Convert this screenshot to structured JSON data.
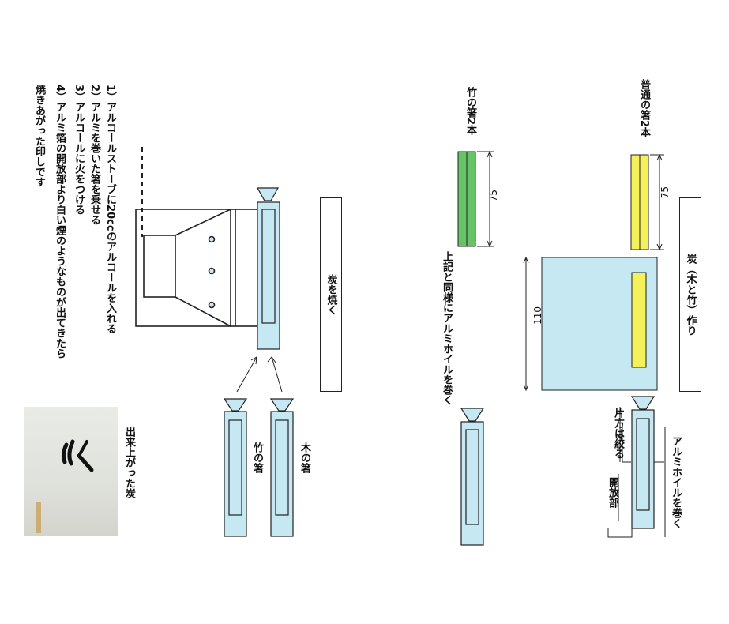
{
  "steps": {
    "s1": "1）アルコールストーブに20ccのアルコールを入れる",
    "s2": "2）アルミを巻いた箸を乗せる",
    "s3": "3）アルコールに火をつける",
    "s4a": "4）アルミ箔の開放部より白い煙のようなものが出てきたら",
    "s4b": "焼きあがった印しです"
  },
  "labels": {
    "burn": "炭を焼く",
    "bamboo_chopsticks": "竹の箸",
    "wood_chopsticks": "木の箸",
    "finished": "出来上がった炭",
    "bamboo_two": "竹の箸2本",
    "same_as_above": "上記と同様にアルミホイルを巻く",
    "normal_two": "普通の箸2本",
    "charcoal_made": "炭（木と竹）作り",
    "wrap_foil": "アルミホイルを巻く",
    "squeeze_one": "片方は絞る",
    "open_part": "開放部"
  },
  "dimensions": {
    "d75a": "75",
    "d75b": "75",
    "d110": "110"
  },
  "colors": {
    "foil": "#c6e8f3",
    "green": "#66c466",
    "yellow": "#f4f15a",
    "line": "#222222"
  }
}
